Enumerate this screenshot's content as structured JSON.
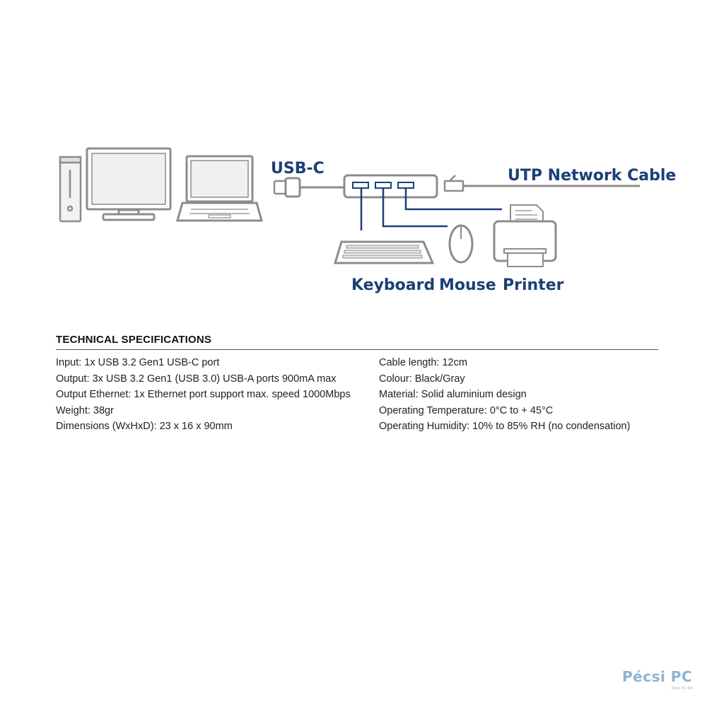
{
  "diagram": {
    "labels": {
      "usb_c": "USB-C",
      "network": "UTP Network Cable",
      "keyboard": "Keyboard",
      "mouse": "Mouse",
      "printer": "Printer"
    },
    "icons": [
      "desktop-tower-icon",
      "monitor-icon",
      "laptop-icon",
      "usb-c-plug-icon",
      "usb-hub-icon",
      "rj45-plug-icon",
      "keyboard-icon",
      "mouse-icon",
      "printer-icon"
    ],
    "colors": {
      "label": "#1c3f78",
      "connector_line": "#1c3f78",
      "device_outline": "#8c8c8c",
      "device_fill": "#f2f2f2"
    }
  },
  "specs": {
    "title": "TECHNICAL SPECIFICATIONS",
    "left": [
      "Input: 1x USB 3.2 Gen1 USB-C port",
      "Output: 3x USB 3.2 Gen1 (USB 3.0) USB-A ports 900mA max",
      "Output Ethernet: 1x Ethernet port support max. speed 1000Mbps",
      "Weight: 38gr",
      "Dimensions (WxHxD): 23 x 16 x 90mm"
    ],
    "right": [
      "Cable length: 12cm",
      "Colour: Black/Gray",
      "Material: Solid aluminium design",
      "Operating Temperature: 0°C to + 45°C",
      "Operating Humidity: 10% to 85% RH (no condensation)"
    ]
  },
  "watermark": {
    "brand": "Pécsi PC",
    "sub": "Pécsi PC Kft."
  }
}
